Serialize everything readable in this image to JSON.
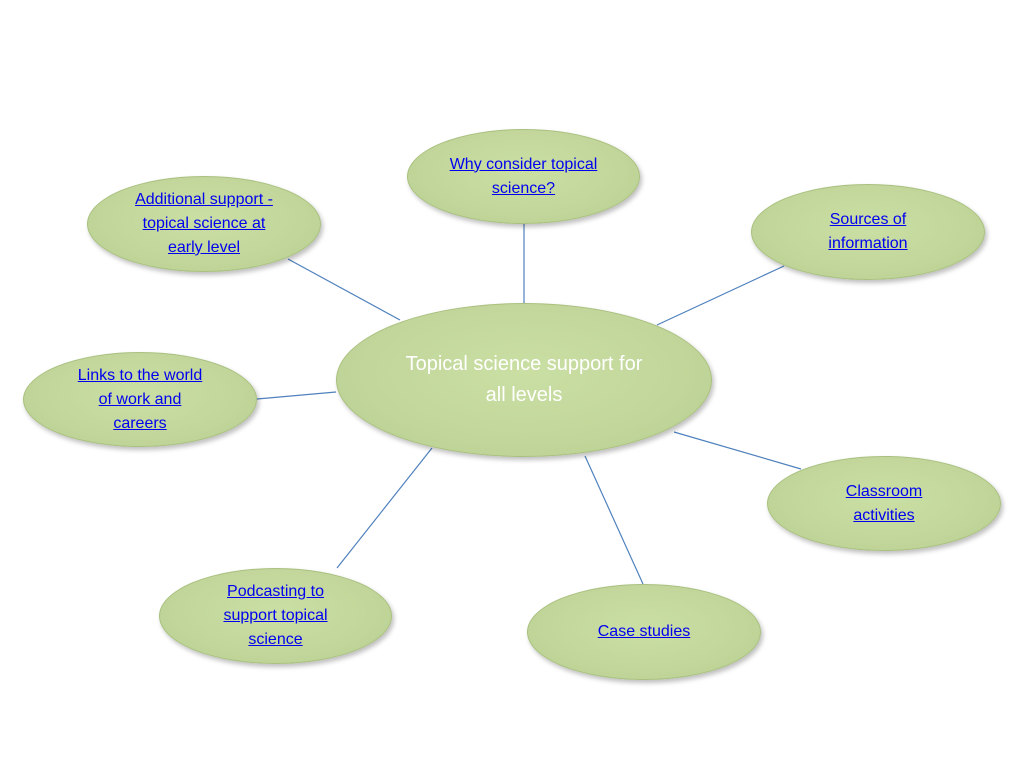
{
  "center": {
    "label": "Topical science support for all levels"
  },
  "nodes": {
    "why": {
      "label": "Why consider topical science?"
    },
    "additional": {
      "label": "Additional support - topical science at early level"
    },
    "sources": {
      "label": "Sources of information"
    },
    "links": {
      "label": "Links to the world of work and careers"
    },
    "classroom": {
      "label": "Classroom activities"
    },
    "podcasting": {
      "label": "Podcasting to support topical science"
    },
    "case": {
      "label": "Case studies"
    }
  },
  "colors": {
    "node_fill": "#c2d69b",
    "connector": "#4f81bd",
    "link_text": "#0000ee",
    "center_text": "#ffffff"
  }
}
